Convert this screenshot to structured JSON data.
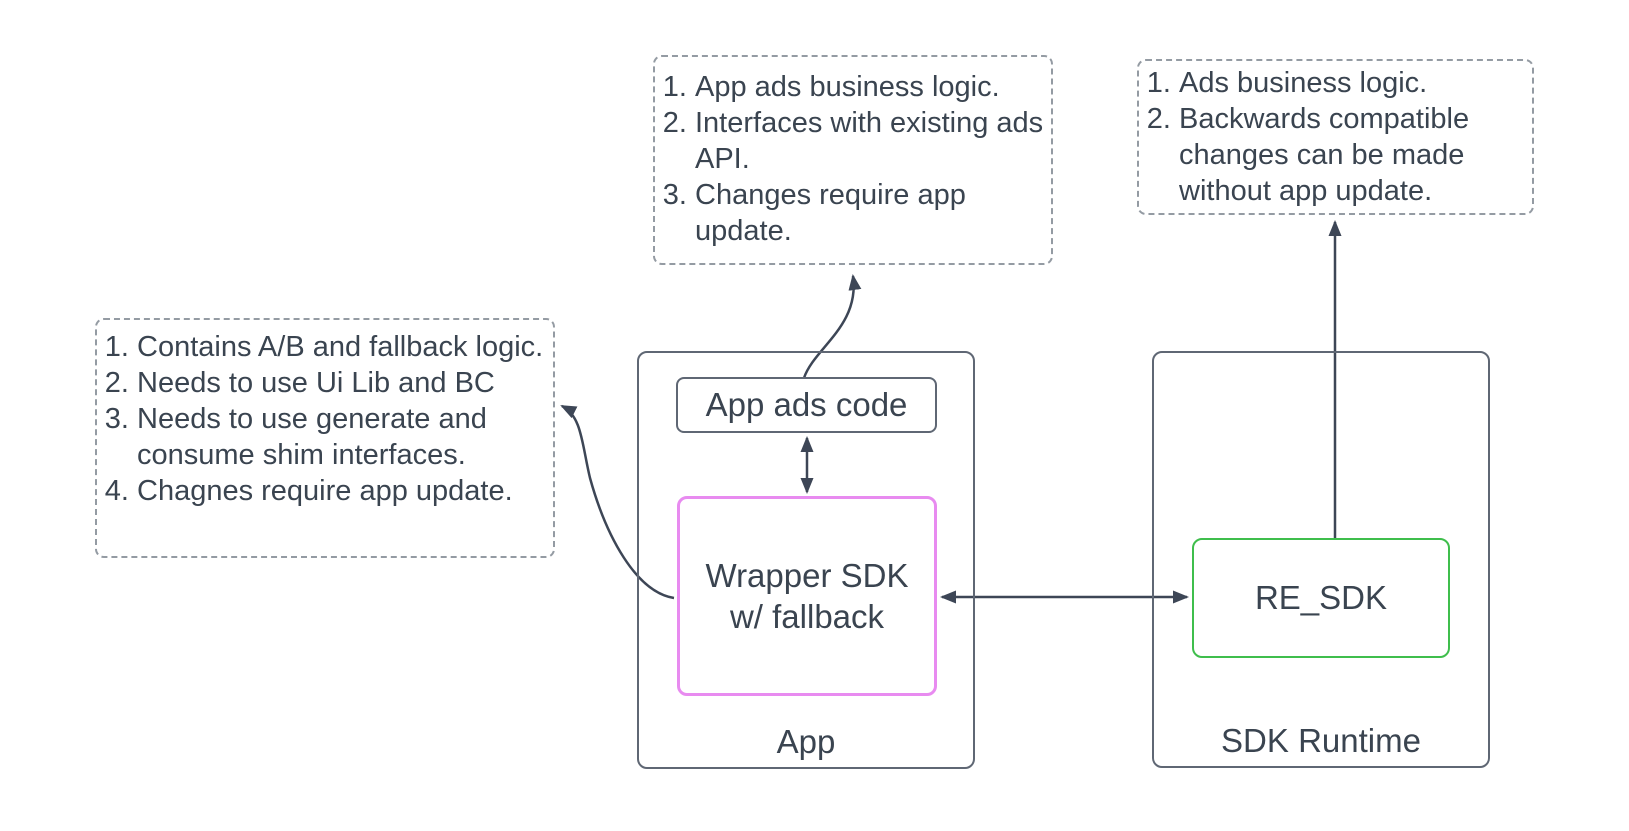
{
  "diagram_title": "Wrapper SDK / SDK Runtime architecture",
  "colors": {
    "text": "#3a4450",
    "solid-border": "#5f6774",
    "dashed-border": "#949ba3",
    "pink": "#e88bf0",
    "green": "#3fbe4c",
    "arrow": "#3d4656",
    "background": "#ffffff"
  },
  "nodes": {
    "app_container": {
      "label": "App"
    },
    "sdk_runtime_container": {
      "label": "SDK Runtime"
    },
    "app_ads_code": {
      "label": "App ads code"
    },
    "wrapper_sdk": {
      "label": "Wrapper SDK w/ fallback"
    },
    "re_sdk": {
      "label": "RE_SDK"
    }
  },
  "annotations": {
    "app_ads_note": {
      "items": [
        "App ads business logic.",
        "Interfaces with existing ads API.",
        "Changes require app update."
      ]
    },
    "re_sdk_note": {
      "items": [
        "Ads business logic.",
        "Backwards compatible changes can be made without app update."
      ]
    },
    "wrapper_sdk_note": {
      "items": [
        "Contains A/B and fallback logic.",
        "Needs to use Ui Lib and BC",
        "Needs to use generate and consume shim interfaces.",
        "Chagnes require app update."
      ]
    }
  },
  "connections": [
    {
      "from": "app_ads_code",
      "to": "wrapper_sdk",
      "type": "double-arrow"
    },
    {
      "from": "wrapper_sdk",
      "to": "re_sdk",
      "type": "double-arrow"
    },
    {
      "from": "re_sdk",
      "to": "re_sdk_note",
      "type": "arrow"
    },
    {
      "from": "app_ads_code",
      "to": "app_ads_note",
      "type": "curved-arrow"
    },
    {
      "from": "wrapper_sdk",
      "to": "wrapper_sdk_note",
      "type": "curved-arrow"
    }
  ]
}
